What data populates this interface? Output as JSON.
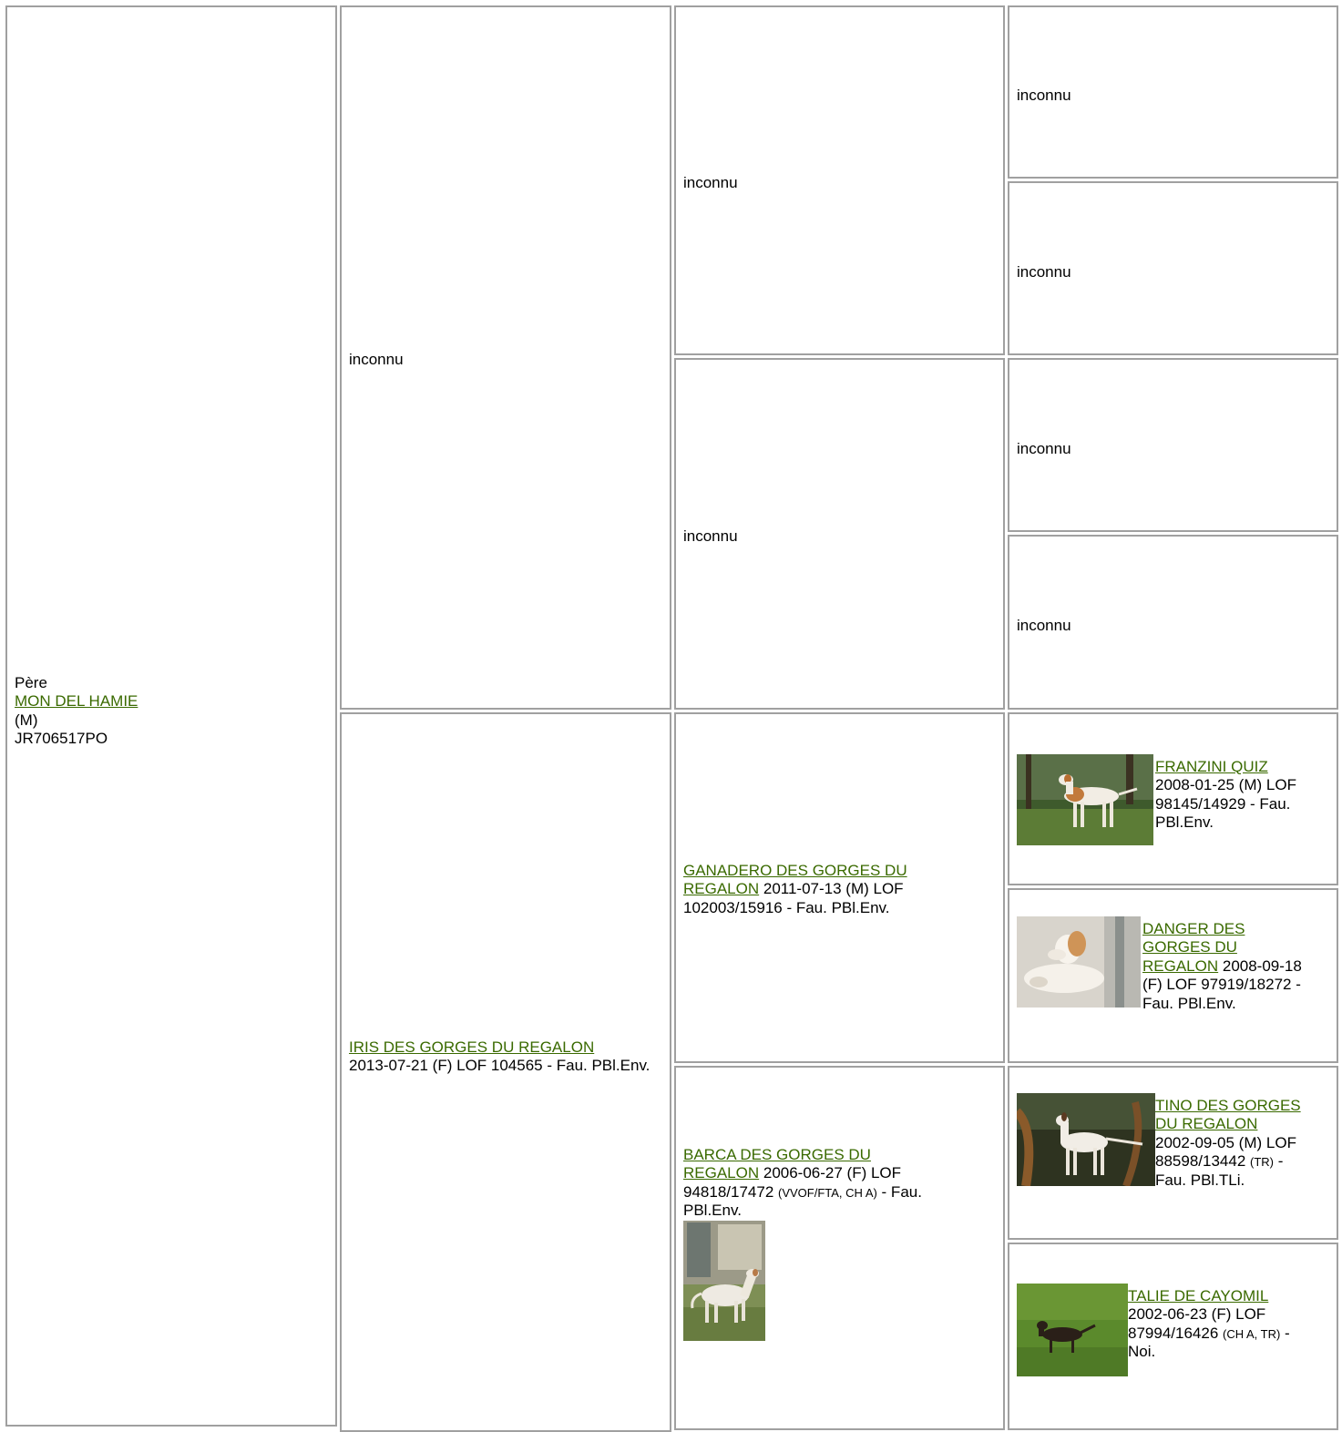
{
  "sire": {
    "label": "Père",
    "name": "MON DEL HAMIE",
    "sex": "(M)",
    "reg": "JR706517PO"
  },
  "unknown": "inconnu",
  "dam": {
    "name": "IRIS DES GORGES DU REGALON",
    "details": "2013-07-21 (F) LOF 104565 - Fau. PBl.Env."
  },
  "dam_sire": {
    "name_line1": "GANADERO DES GORGES DU",
    "name_line2": "REGALON",
    "details_a": " 2011-07-13 (M) LOF",
    "details_b": "102003/15916 - Fau. PBl.Env."
  },
  "dam_dam": {
    "name_line1": "BARCA DES GORGES DU",
    "name_line2": "REGALON",
    "details_a": " 2006-06-27 (F) LOF",
    "details_b": "94818/17472 ",
    "titles": "(VVOF/FTA, CH A)",
    "details_c": " - Fau.",
    "details_d": "PBl.Env."
  },
  "gg1": {
    "name": "FRANZINI QUIZ",
    "l1": "2008-01-25 (M) LOF",
    "l2": "98145/14929 - Fau.",
    "l3": "PBl.Env."
  },
  "gg2": {
    "name_l1": "DANGER DES",
    "name_l2": "GORGES DU",
    "name_l3": "REGALON",
    "l1": " 2008-09-18",
    "l2": "(F) LOF 97919/18272 -",
    "l3": "Fau. PBl.Env."
  },
  "gg3": {
    "name_l1": "TINO DES GORGES",
    "name_l2": "DU REGALON",
    "l1": "2002-09-05 (M) LOF",
    "l2": "88598/13442 ",
    "titles": "(TR)",
    "l2b": " -",
    "l3": "Fau. PBl.TLi."
  },
  "gg4": {
    "name": "TALIE DE CAYOMIL",
    "l1": "2002-06-23 (F) LOF",
    "l2": "87994/16426 ",
    "titles": "(CH A, TR)",
    "l2b": " -",
    "l3": "Noi."
  }
}
